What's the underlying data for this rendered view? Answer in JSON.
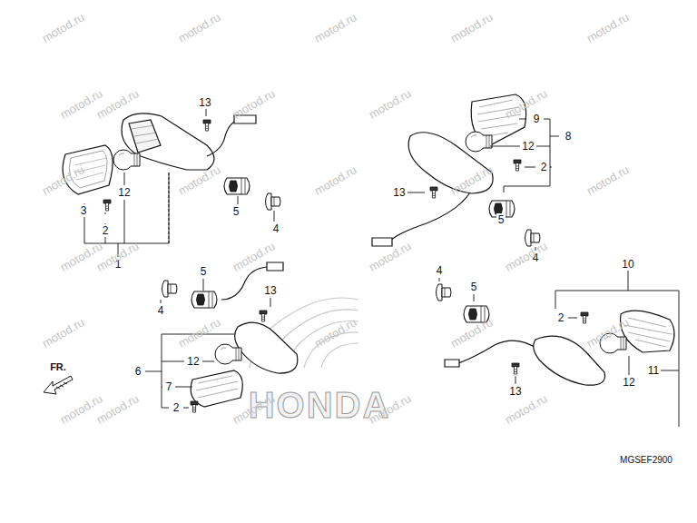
{
  "diagram": {
    "labels": [
      "13",
      "3",
      "2",
      "12",
      "1",
      "5",
      "4",
      "9",
      "8",
      "12",
      "2",
      "13",
      "5",
      "4",
      "5",
      "13",
      "4",
      "6",
      "12",
      "7",
      "2",
      "10",
      "4",
      "5",
      "2",
      "11",
      "12",
      "13",
      "FR.",
      "MGSEF2900",
      "HONDA",
      "motod.ru",
      "motod.ru",
      "motod.ru",
      "motod.ru",
      "motod.ru",
      "motod.ru",
      "motod.ru",
      "motod.ru",
      "motod.ru",
      "motod.ru",
      "motod.ru",
      "motod.ru",
      "motod.ru",
      "motod.ru",
      "motod.ru",
      "motod.ru",
      "motod.ru",
      "motod.ru",
      "motod.ru",
      "motod.ru",
      "motod.ru",
      "motod.ru",
      "motod.ru",
      "motod.ru",
      "motod.ru",
      "motod.ru",
      "motod.ru",
      "motod.ru",
      "motod.ru",
      "motod.ru"
    ]
  }
}
